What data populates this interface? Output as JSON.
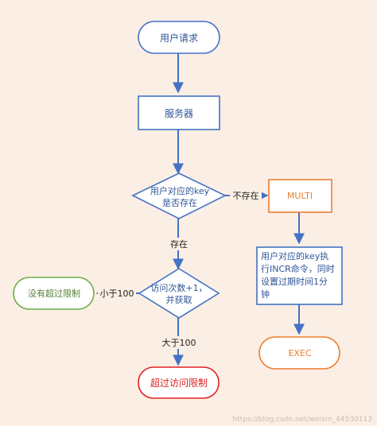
{
  "nodes": {
    "user_request": "用户请求",
    "server": "服务器",
    "key_check_line1": "用户对应的key",
    "key_check_line2": "是否存在",
    "multi": "MULTI",
    "incr_line1": "用户对应的key执",
    "incr_line2": "行INCR命令，同时",
    "incr_line3": "设置过期时间1分",
    "incr_line4": "钟",
    "exec": "EXEC",
    "count_line1": "访问次数+1，",
    "count_line2": "并获取",
    "no_exceed": "没有超过限制",
    "exceed": "超过访问限制"
  },
  "edge_labels": {
    "not_exist": "不存在",
    "exist": "存在",
    "less_than": "小于100",
    "greater_than": "大于100"
  },
  "watermark": "https://blog.csdn.net/weixin_44530113",
  "colors": {
    "background": "#fbeee4",
    "blue": "#4472c4",
    "orange": "#ed7d31",
    "green": "#70ad47",
    "red": "#e02020",
    "node_fill": "#ffffff"
  }
}
